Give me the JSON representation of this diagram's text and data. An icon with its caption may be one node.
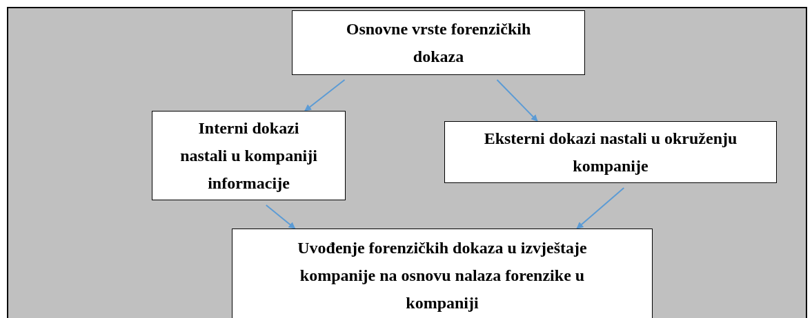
{
  "diagram": {
    "nodes": [
      {
        "text": [
          "Osnovne vrste forenzičkih dokaza"
        ]
      },
      {
        "text": [
          "Interni dokazi nastali u kompaniji informacije"
        ]
      },
      {
        "text": [
          "Eksterni dokazi nastali u okruženju kompanije"
        ]
      },
      {
        "text": [
          "Uvođenje forenzičkih dokaza u izvještaje kompanije na osnovu nalaza forenzike u kompaniji"
        ]
      }
    ],
    "edges": [
      {
        "from": 0,
        "to": 1,
        "arrow": "to"
      },
      {
        "from": 0,
        "to": 2,
        "arrow": "to"
      },
      {
        "from": 1,
        "to": 3,
        "arrow": "to"
      },
      {
        "from": 2,
        "to": 3,
        "arrow": "to"
      }
    ]
  }
}
